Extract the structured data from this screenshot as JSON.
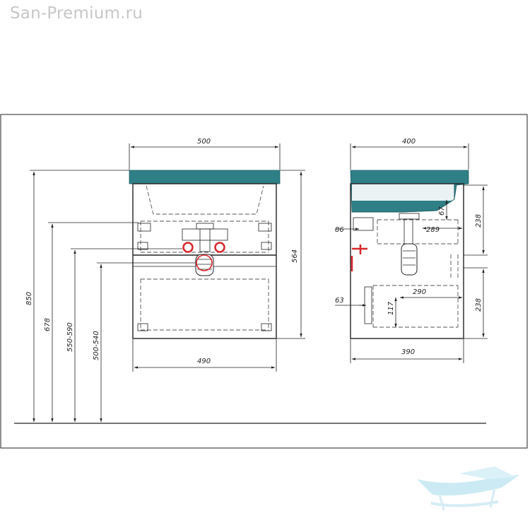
{
  "site": {
    "watermark": "San-Premium.ru"
  },
  "colors": {
    "basin": "#2f7f86",
    "pipes": "#d8262b",
    "frame": "#222222",
    "logo": "#bfe6f2"
  },
  "front_view": {
    "width_top": "500",
    "width_bottom": "490",
    "height_total": "850",
    "height_678": "678",
    "height_550_590": "550-590",
    "height_500_540": "500-540",
    "cabinet_height": "564"
  },
  "side_view": {
    "depth_top": "400",
    "depth_bottom": "390",
    "dim_238_top": "238",
    "dim_238_bottom": "238",
    "dim_67": "67",
    "dim_289": "289",
    "dim_86": "86",
    "dim_290": "290",
    "dim_117": "117",
    "dim_63": "63"
  }
}
